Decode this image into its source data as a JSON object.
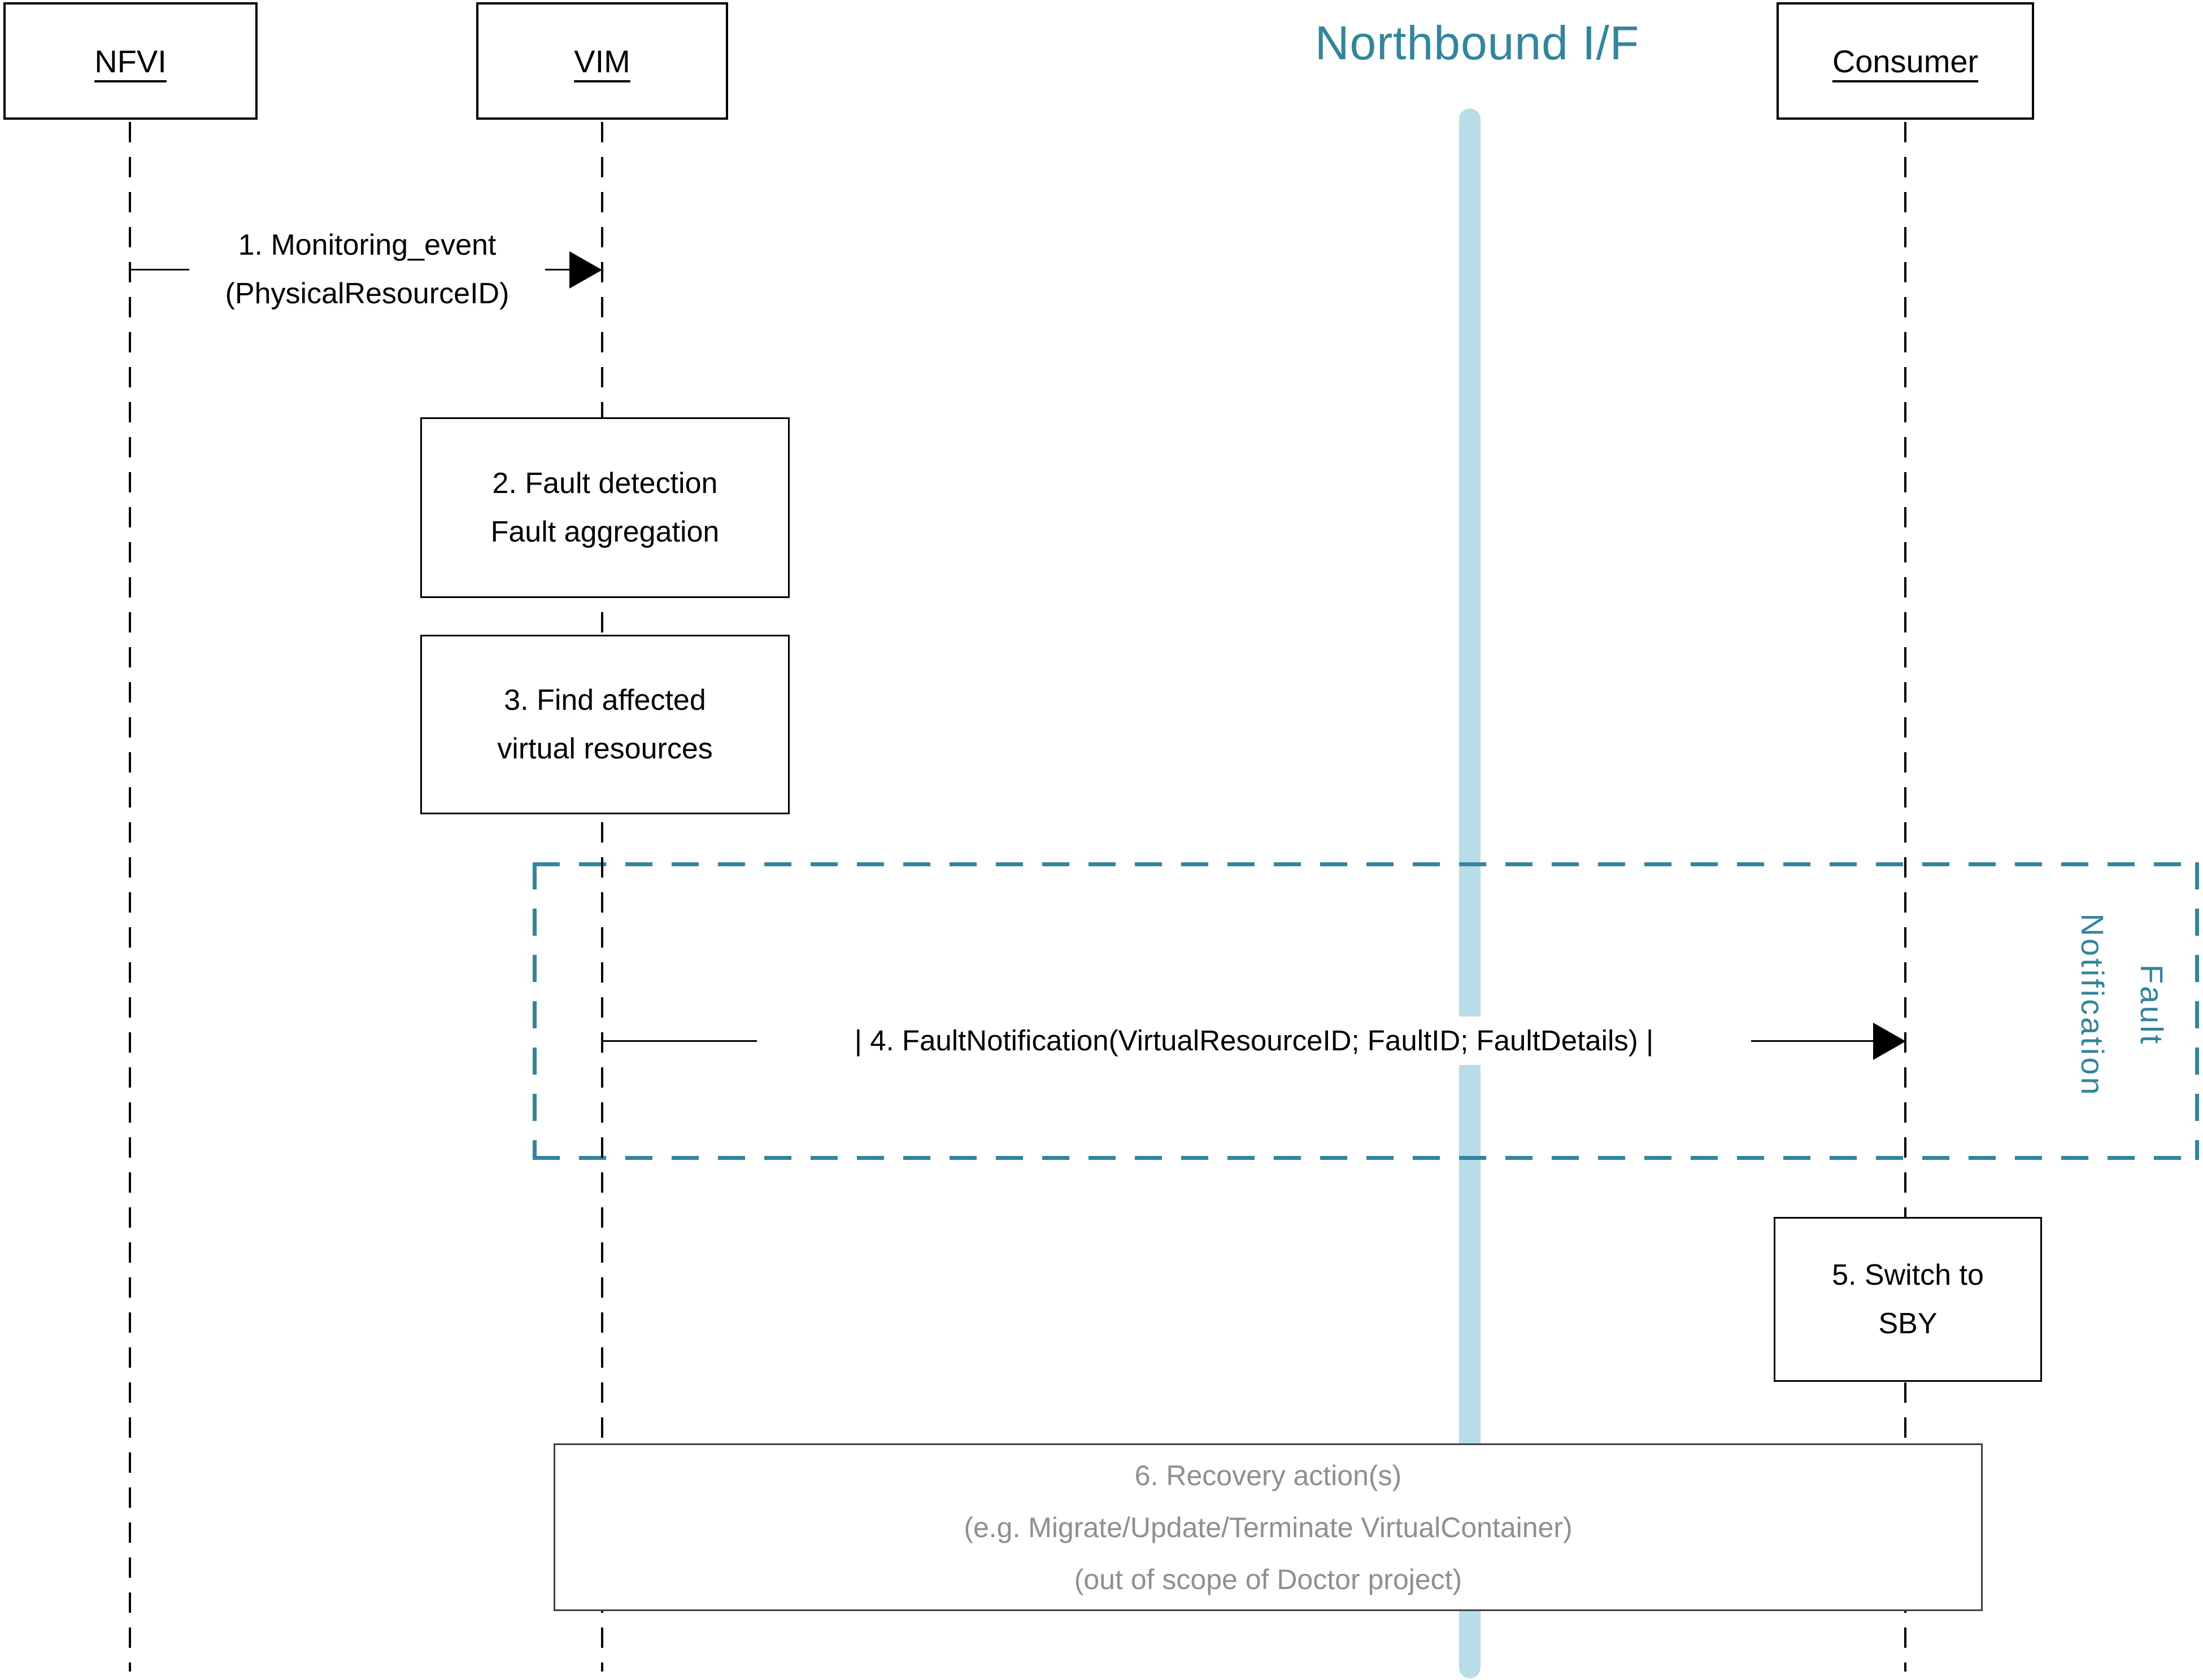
{
  "diagram": {
    "title": "Northbound I/F",
    "actors": {
      "nfvi": "NFVI",
      "vim": "VIM",
      "consumer": "Consumer"
    },
    "messages": {
      "m1": {
        "line1": "1. Monitoring_event",
        "line2": "(PhysicalResourceID)"
      },
      "m4": {
        "label": "| 4. FaultNotification(VirtualResourceID; FaultID; FaultDetails) |"
      }
    },
    "steps": {
      "fault_detection": {
        "line1": "2. Fault detection",
        "line2": "Fault aggregation"
      },
      "find_affected": {
        "line1": "3. Find affected",
        "line2": "virtual resources"
      },
      "switch_sby": {
        "line1": "5. Switch to",
        "line2": "SBY"
      },
      "recovery": {
        "line1": "6. Recovery action(s)",
        "line2": "(e.g. Migrate/Update/Terminate VirtualContainer)",
        "line3": "(out of scope of Doctor project)"
      }
    },
    "frame": {
      "line1": "Fault",
      "line2": "Notification"
    },
    "colors": {
      "teal": "#31859C",
      "light_blue": "#B7DEE8",
      "gray_text": "#8F8F8F",
      "line_black": "#000000"
    }
  }
}
